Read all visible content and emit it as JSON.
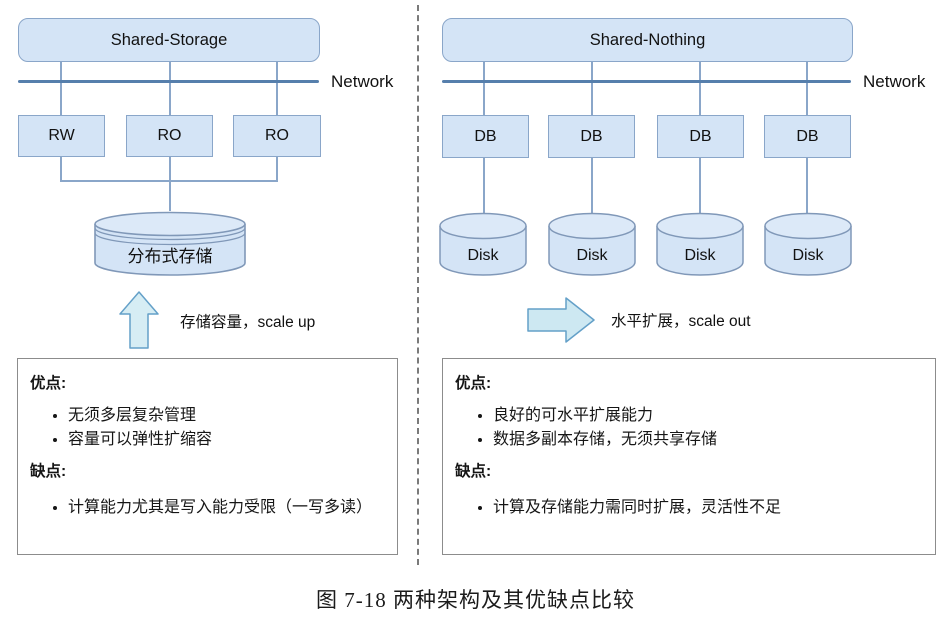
{
  "colors": {
    "node_fill": "#d4e4f6",
    "node_border": "#8aa6c9",
    "network_line": "#567fac",
    "arrow_fill_up": "#d6edf4",
    "arrow_fill_right": "#cde8f2",
    "arrow_stroke": "#64a0c8",
    "panel_border": "#8c8c8c",
    "divider": "#7a7a7a"
  },
  "left": {
    "header": "Shared-Storage",
    "network_label": "Network",
    "nodes": [
      "RW",
      "RO",
      "RO"
    ],
    "storage_cylinder_label": "分布式存储",
    "arrow_caption": "存储容量，scale up",
    "pros_heading": "优点:",
    "pros": [
      "无须多层复杂管理",
      "容量可以弹性扩缩容"
    ],
    "cons_heading": "缺点:",
    "cons": [
      "计算能力尤其是写入能力受限（一写多读）"
    ]
  },
  "right": {
    "header": "Shared-Nothing",
    "network_label": "Network",
    "nodes": [
      "DB",
      "DB",
      "DB",
      "DB"
    ],
    "disks": [
      "Disk",
      "Disk",
      "Disk",
      "Disk"
    ],
    "arrow_caption": "水平扩展，scale out",
    "pros_heading": "优点:",
    "pros": [
      "良好的可水平扩展能力",
      "数据多副本存储，无须共享存储"
    ],
    "cons_heading": "缺点:",
    "cons": [
      "计算及存储能力需同时扩展，灵活性不足"
    ]
  },
  "figure_caption": "图 7-18  两种架构及其优缺点比较"
}
